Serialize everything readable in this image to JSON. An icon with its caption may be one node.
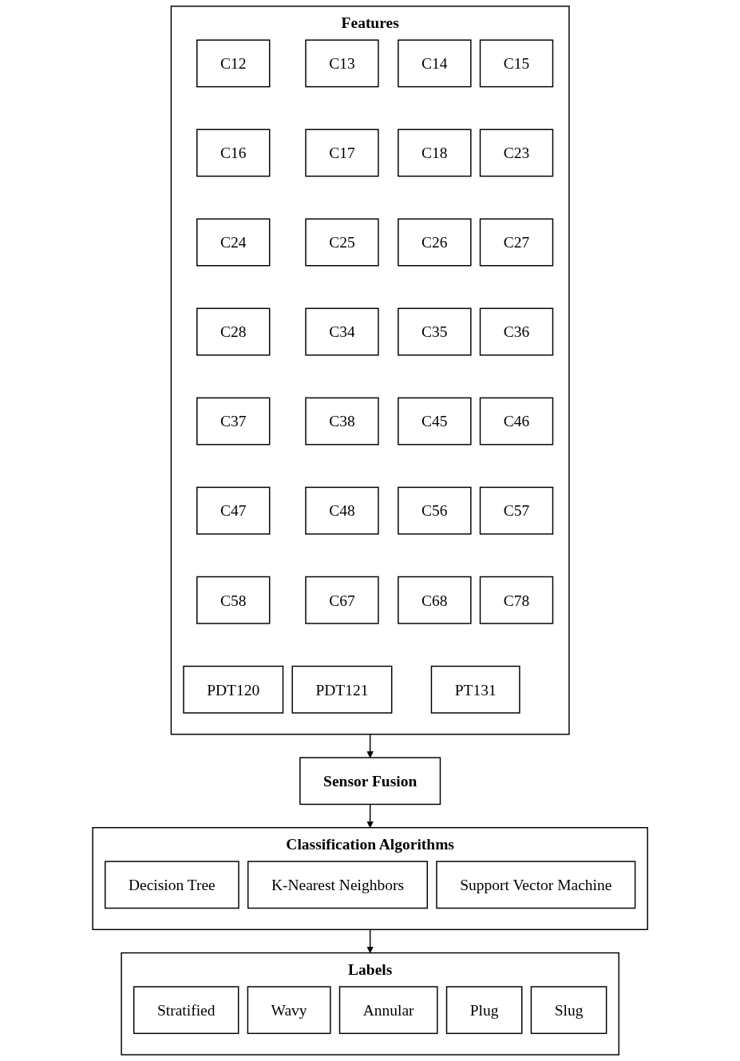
{
  "diagram": {
    "nodes": [
      {
        "text": [
          "Features"
        ]
      },
      {
        "text": [
          "C12"
        ],
        "in": 0
      },
      {
        "text": [
          "C13"
        ],
        "in": 0
      },
      {
        "text": [
          "C14"
        ],
        "in": 0
      },
      {
        "text": [
          "C15"
        ],
        "in": 0
      },
      {
        "text": [
          "C16"
        ],
        "in": 0
      },
      {
        "text": [
          "C17"
        ],
        "in": 0
      },
      {
        "text": [
          "C18"
        ],
        "in": 0
      },
      {
        "text": [
          "C23"
        ],
        "in": 0
      },
      {
        "text": [
          "C24"
        ],
        "in": 0
      },
      {
        "text": [
          "C25"
        ],
        "in": 0
      },
      {
        "text": [
          "C26"
        ],
        "in": 0
      },
      {
        "text": [
          "C27"
        ],
        "in": 0
      },
      {
        "text": [
          "C28"
        ],
        "in": 0
      },
      {
        "text": [
          "C34"
        ],
        "in": 0
      },
      {
        "text": [
          "C35"
        ],
        "in": 0
      },
      {
        "text": [
          "C36"
        ],
        "in": 0
      },
      {
        "text": [
          "C37"
        ],
        "in": 0
      },
      {
        "text": [
          "C38"
        ],
        "in": 0
      },
      {
        "text": [
          "C45"
        ],
        "in": 0
      },
      {
        "text": [
          "C46"
        ],
        "in": 0
      },
      {
        "text": [
          "C47"
        ],
        "in": 0
      },
      {
        "text": [
          "C48"
        ],
        "in": 0
      },
      {
        "text": [
          "C56"
        ],
        "in": 0
      },
      {
        "text": [
          "C57"
        ],
        "in": 0
      },
      {
        "text": [
          "C58"
        ],
        "in": 0
      },
      {
        "text": [
          "C67"
        ],
        "in": 0
      },
      {
        "text": [
          "C68"
        ],
        "in": 0
      },
      {
        "text": [
          "C78"
        ],
        "in": 0
      },
      {
        "text": [
          "PDT120"
        ],
        "in": 0
      },
      {
        "text": [
          "PDT121"
        ],
        "in": 0
      },
      {
        "text": [
          "PT131"
        ],
        "in": 0
      },
      {
        "text": [
          "Sensor Fusion"
        ]
      },
      {
        "text": [
          "Classification Algorithms"
        ]
      },
      {
        "text": [
          "Decision Tree"
        ],
        "in": 33
      },
      {
        "text": [
          "K-Nearest Neighbors"
        ],
        "in": 33
      },
      {
        "text": [
          "Support Vector Machine"
        ],
        "in": 33
      },
      {
        "text": [
          "Labels"
        ]
      },
      {
        "text": [
          "Stratified"
        ],
        "in": 37
      },
      {
        "text": [
          "Wavy"
        ],
        "in": 37
      },
      {
        "text": [
          "Annular"
        ],
        "in": 37
      },
      {
        "text": [
          "Plug"
        ],
        "in": 37
      },
      {
        "text": [
          "Slug"
        ],
        "in": 37
      }
    ],
    "edges": [
      {
        "from": 0,
        "to": 32,
        "arrow": "to"
      },
      {
        "from": 32,
        "to": 33,
        "arrow": "to"
      },
      {
        "from": 33,
        "to": 37,
        "arrow": "to"
      }
    ]
  }
}
